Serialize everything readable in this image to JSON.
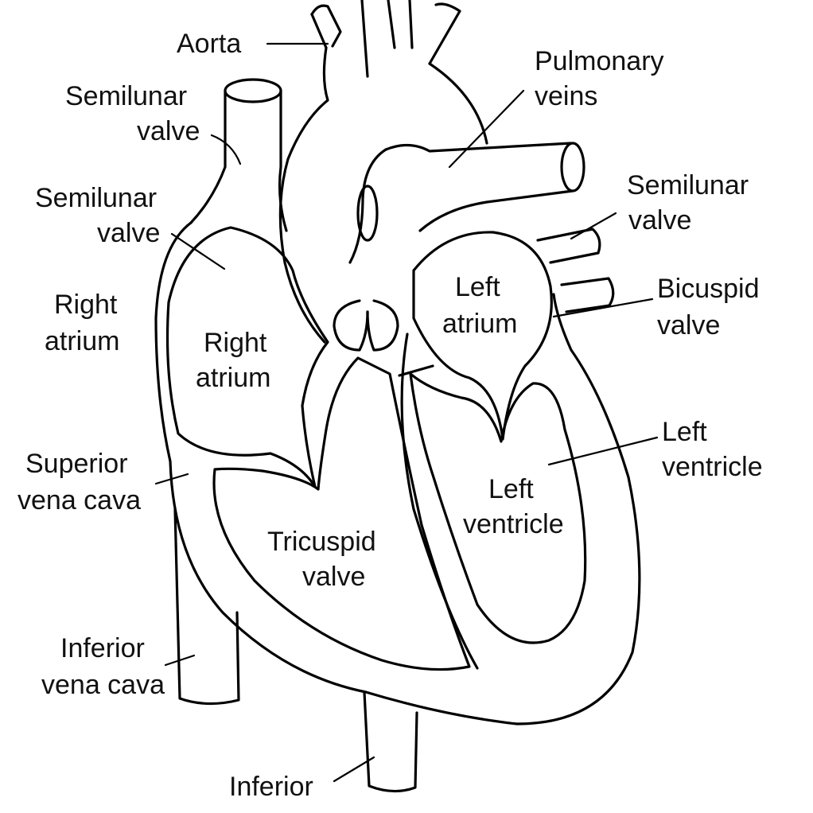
{
  "labels": {
    "aorta": "Aorta",
    "pulmonary_veins": [
      "Pulmonary",
      "veins"
    ],
    "semilunar_top_left": [
      "Semilunar",
      "valve"
    ],
    "semilunar_mid_left": [
      "Semilunar",
      "valve"
    ],
    "semilunar_right": [
      "Semilunar",
      "valve"
    ],
    "right_atrium_outer": [
      "Right",
      "atrium"
    ],
    "right_atrium_inner": [
      "Right",
      "atrium"
    ],
    "left_atrium": [
      "Left",
      "atrium"
    ],
    "bicuspid_valve": [
      "Bicuspid",
      "valve"
    ],
    "left_ventricle_outer": [
      "Left",
      "ventricle"
    ],
    "left_ventricle_inner": [
      "Left",
      "ventricle"
    ],
    "superior_vena_cava": [
      "Superior",
      "vena cava"
    ],
    "inferior_vena_cava": [
      "Inferior",
      "vena cava"
    ],
    "tricuspid_valve": [
      "Tricuspid",
      "valve"
    ],
    "inferior_bottom": "Inferior"
  },
  "colors": {
    "line": "#000000",
    "background": "#ffffff"
  }
}
